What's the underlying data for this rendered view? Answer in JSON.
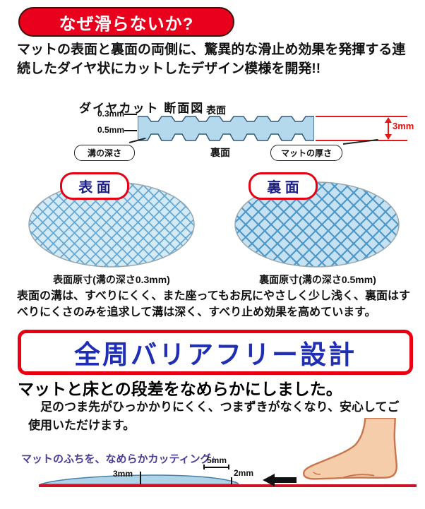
{
  "header": {
    "title": "なぜ滑らないか?"
  },
  "intro": "マットの表面と裏面の両側に、驚異的な滑止め効果を発揮する連続したダイヤ状にカットしたデザイン模様を開発!!",
  "cross_section": {
    "title": "ダイヤカット 断面図",
    "front_label": "表面",
    "back_label": "裏面",
    "depth_top": "0.3mm",
    "depth_bottom": "0.5mm",
    "groove_depth_label": "溝の深さ",
    "thickness_label": "マットの厚さ",
    "thickness_value": "3mm"
  },
  "swatches": {
    "front": {
      "badge": "表 面",
      "caption": "表面原寸(溝の深さ0.3mm)"
    },
    "back": {
      "badge": "裏 面",
      "caption": "裏面原寸(溝の深さ0.5mm)"
    }
  },
  "note": "表面の溝は、すべりにくく、また座ってもお尻にやさしく少し浅く、裏面はすべりにくさのみを追求して溝は深く、すべり止め効果を高めています。",
  "barrier_free": {
    "title": "全周バリアフリー設計",
    "subtitle": "マットと床との段差をなめらかにしました。",
    "description": "足のつま先がひっかかりにくく、つまずきがなくなり、安心してご使用いただけます。"
  },
  "edge_diagram": {
    "caption": "マットのふちを、なめらかカッティング↓",
    "dim_thickness": "3mm",
    "dim_taper": "5mm",
    "dim_edge": "2mm"
  },
  "colors": {
    "accent_red": "#e60012",
    "headline_blue": "#1f2eb3",
    "badge_text_blue": "#1d2088",
    "mat_blue": "#b5d9ec",
    "caption_purple": "#4a3e99",
    "floor_red": "#cf1126"
  }
}
